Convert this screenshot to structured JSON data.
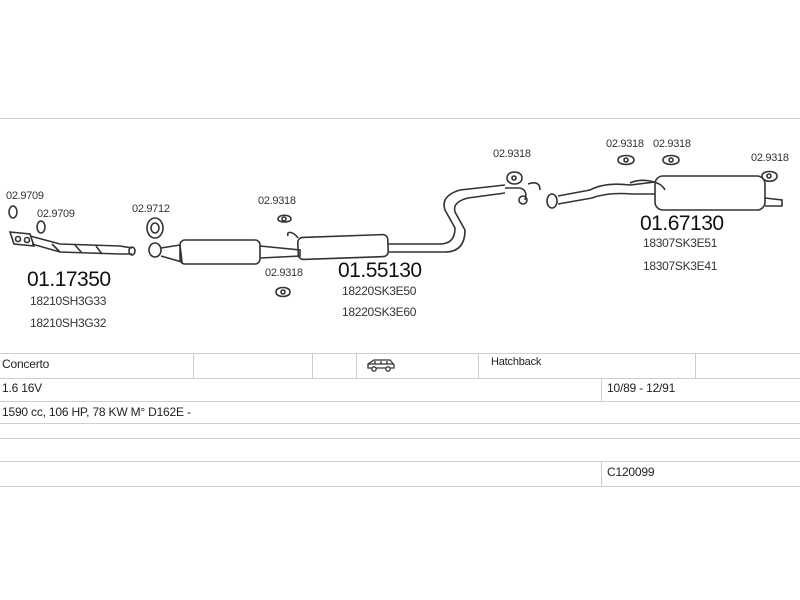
{
  "parts": {
    "clamp_a": "02.9709",
    "clamp_b": "02.9709",
    "gasket": "02.9712",
    "hanger_mid_upper": "02.9318",
    "hanger_mid_lower": "02.9318",
    "hanger_tail_pipe": "02.9318",
    "hanger_rear_1": "02.9318",
    "hanger_rear_2": "02.9318",
    "hanger_rear_3": "02.9318",
    "front_pipe": {
      "number": "01.17350",
      "oe_codes": [
        "18210SH3G33",
        "18210SH3G32"
      ]
    },
    "center_silencer": {
      "number": "01.55130",
      "oe_codes": [
        "18220SK3E50",
        "18220SK3E60"
      ]
    },
    "rear_silencer": {
      "number": "01.67130",
      "oe_codes": [
        "18307SK3E51",
        "18307SK3E41"
      ]
    }
  },
  "vehicle": {
    "model": "Concerto",
    "body_icon": "car-wagon-icon",
    "body_type": "Hatchback",
    "engine": "1.6 16V",
    "years": "10/89 - 12/91",
    "spec": "1590 cc, 106 HP, 78 KW M° D162E -",
    "catalog_number": "C120099"
  }
}
